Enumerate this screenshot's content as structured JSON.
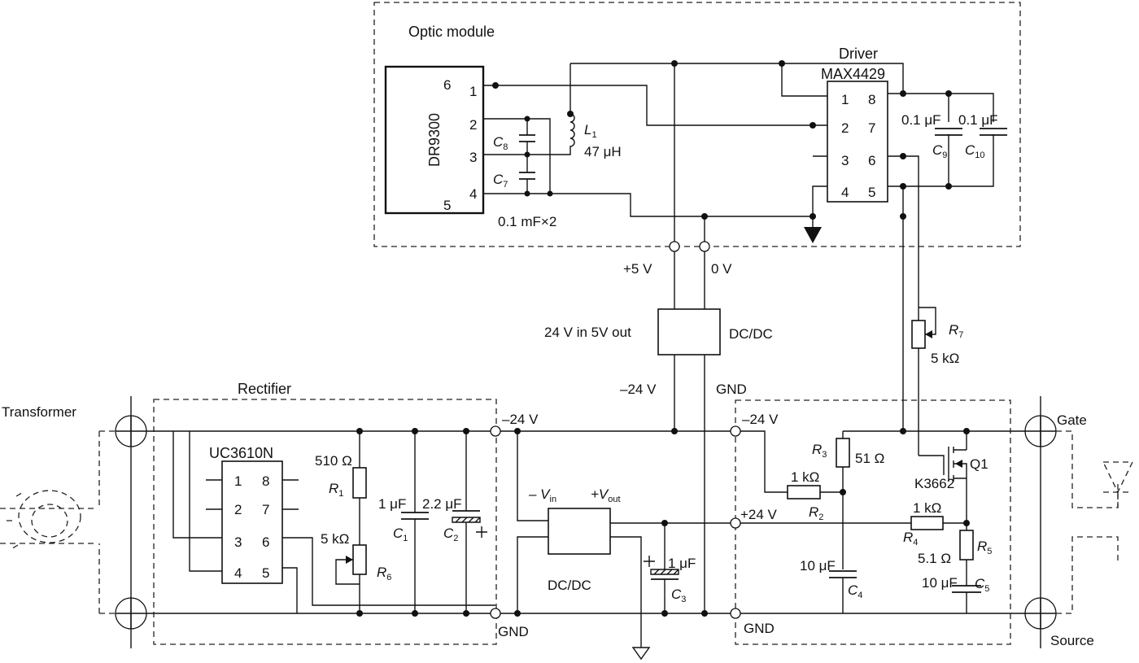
{
  "blocks": {
    "optic_module": "Optic module",
    "rectifier": "Rectifier",
    "driver": "Driver",
    "dcdc_top": "DC/DC",
    "dcdc_top_desc": "24 V in 5V out",
    "dcdc_bottom": "DC/DC"
  },
  "chips": {
    "dr9300": {
      "name": "DR9300",
      "pins": [
        "6",
        "1",
        "2",
        "3",
        "4",
        "5"
      ]
    },
    "max4429": {
      "name": "MAX4429",
      "pins_left": [
        "1",
        "2",
        "3",
        "4"
      ],
      "pins_right": [
        "8",
        "7",
        "6",
        "5"
      ]
    },
    "uc3610n": {
      "name": "UC3610N",
      "pins_left": [
        "1",
        "2",
        "3",
        "4"
      ],
      "pins_right": [
        "8",
        "7",
        "6",
        "5"
      ]
    },
    "q1": {
      "name": "Q1",
      "part": "K3662"
    }
  },
  "components": {
    "L1": {
      "ref": "L",
      "sub": "1",
      "value": "47 μH"
    },
    "C7": {
      "ref": "C",
      "sub": "7"
    },
    "C8": {
      "ref": "C",
      "sub": "8"
    },
    "C7_C8_value": "0.1 mF×2",
    "C9": {
      "ref": "C",
      "sub": "9",
      "value": "0.1 μF"
    },
    "C10": {
      "ref": "C",
      "sub": "10",
      "value": "0.1 μF"
    },
    "R7": {
      "ref": "R",
      "sub": "7",
      "value": "5 kΩ"
    },
    "R1": {
      "ref": "R",
      "sub": "1",
      "value": "510 Ω"
    },
    "R6": {
      "ref": "R",
      "sub": "6",
      "value": "5 kΩ"
    },
    "C1": {
      "ref": "C",
      "sub": "1",
      "value": "1 μF"
    },
    "C2": {
      "ref": "C",
      "sub": "2",
      "value": "2.2 μF"
    },
    "C3": {
      "ref": "C",
      "sub": "3",
      "value": "1 μF"
    },
    "R3": {
      "ref": "R",
      "sub": "3",
      "value": "51 Ω"
    },
    "R2": {
      "ref": "R",
      "sub": "2",
      "value": "1 kΩ"
    },
    "R4": {
      "ref": "R",
      "sub": "4",
      "value": "1 kΩ"
    },
    "R5": {
      "ref": "R",
      "sub": "5",
      "value": "5.1 Ω"
    },
    "C4": {
      "ref": "C",
      "sub": "4",
      "value": "10 μF"
    },
    "C5": {
      "ref": "C",
      "sub": "5",
      "value": "10 μF"
    }
  },
  "nets": {
    "plus5v": "+5 V",
    "zerov": "0 V",
    "minus24v_mid": "–24 V",
    "gnd_mid": "GND",
    "minus24v_left": "–24 V",
    "gnd_left": "GND",
    "minus24v_right": "–24 V",
    "plus24v_right": "+24 V",
    "gnd_right": "GND"
  },
  "dcdc_pins": {
    "vin_prefix": "– V",
    "vin_sub": "in",
    "vout_prefix": "+V",
    "vout_sub": "out"
  },
  "terminals": {
    "transformer": "Transformer",
    "gate": "Gate",
    "source": "Source"
  }
}
